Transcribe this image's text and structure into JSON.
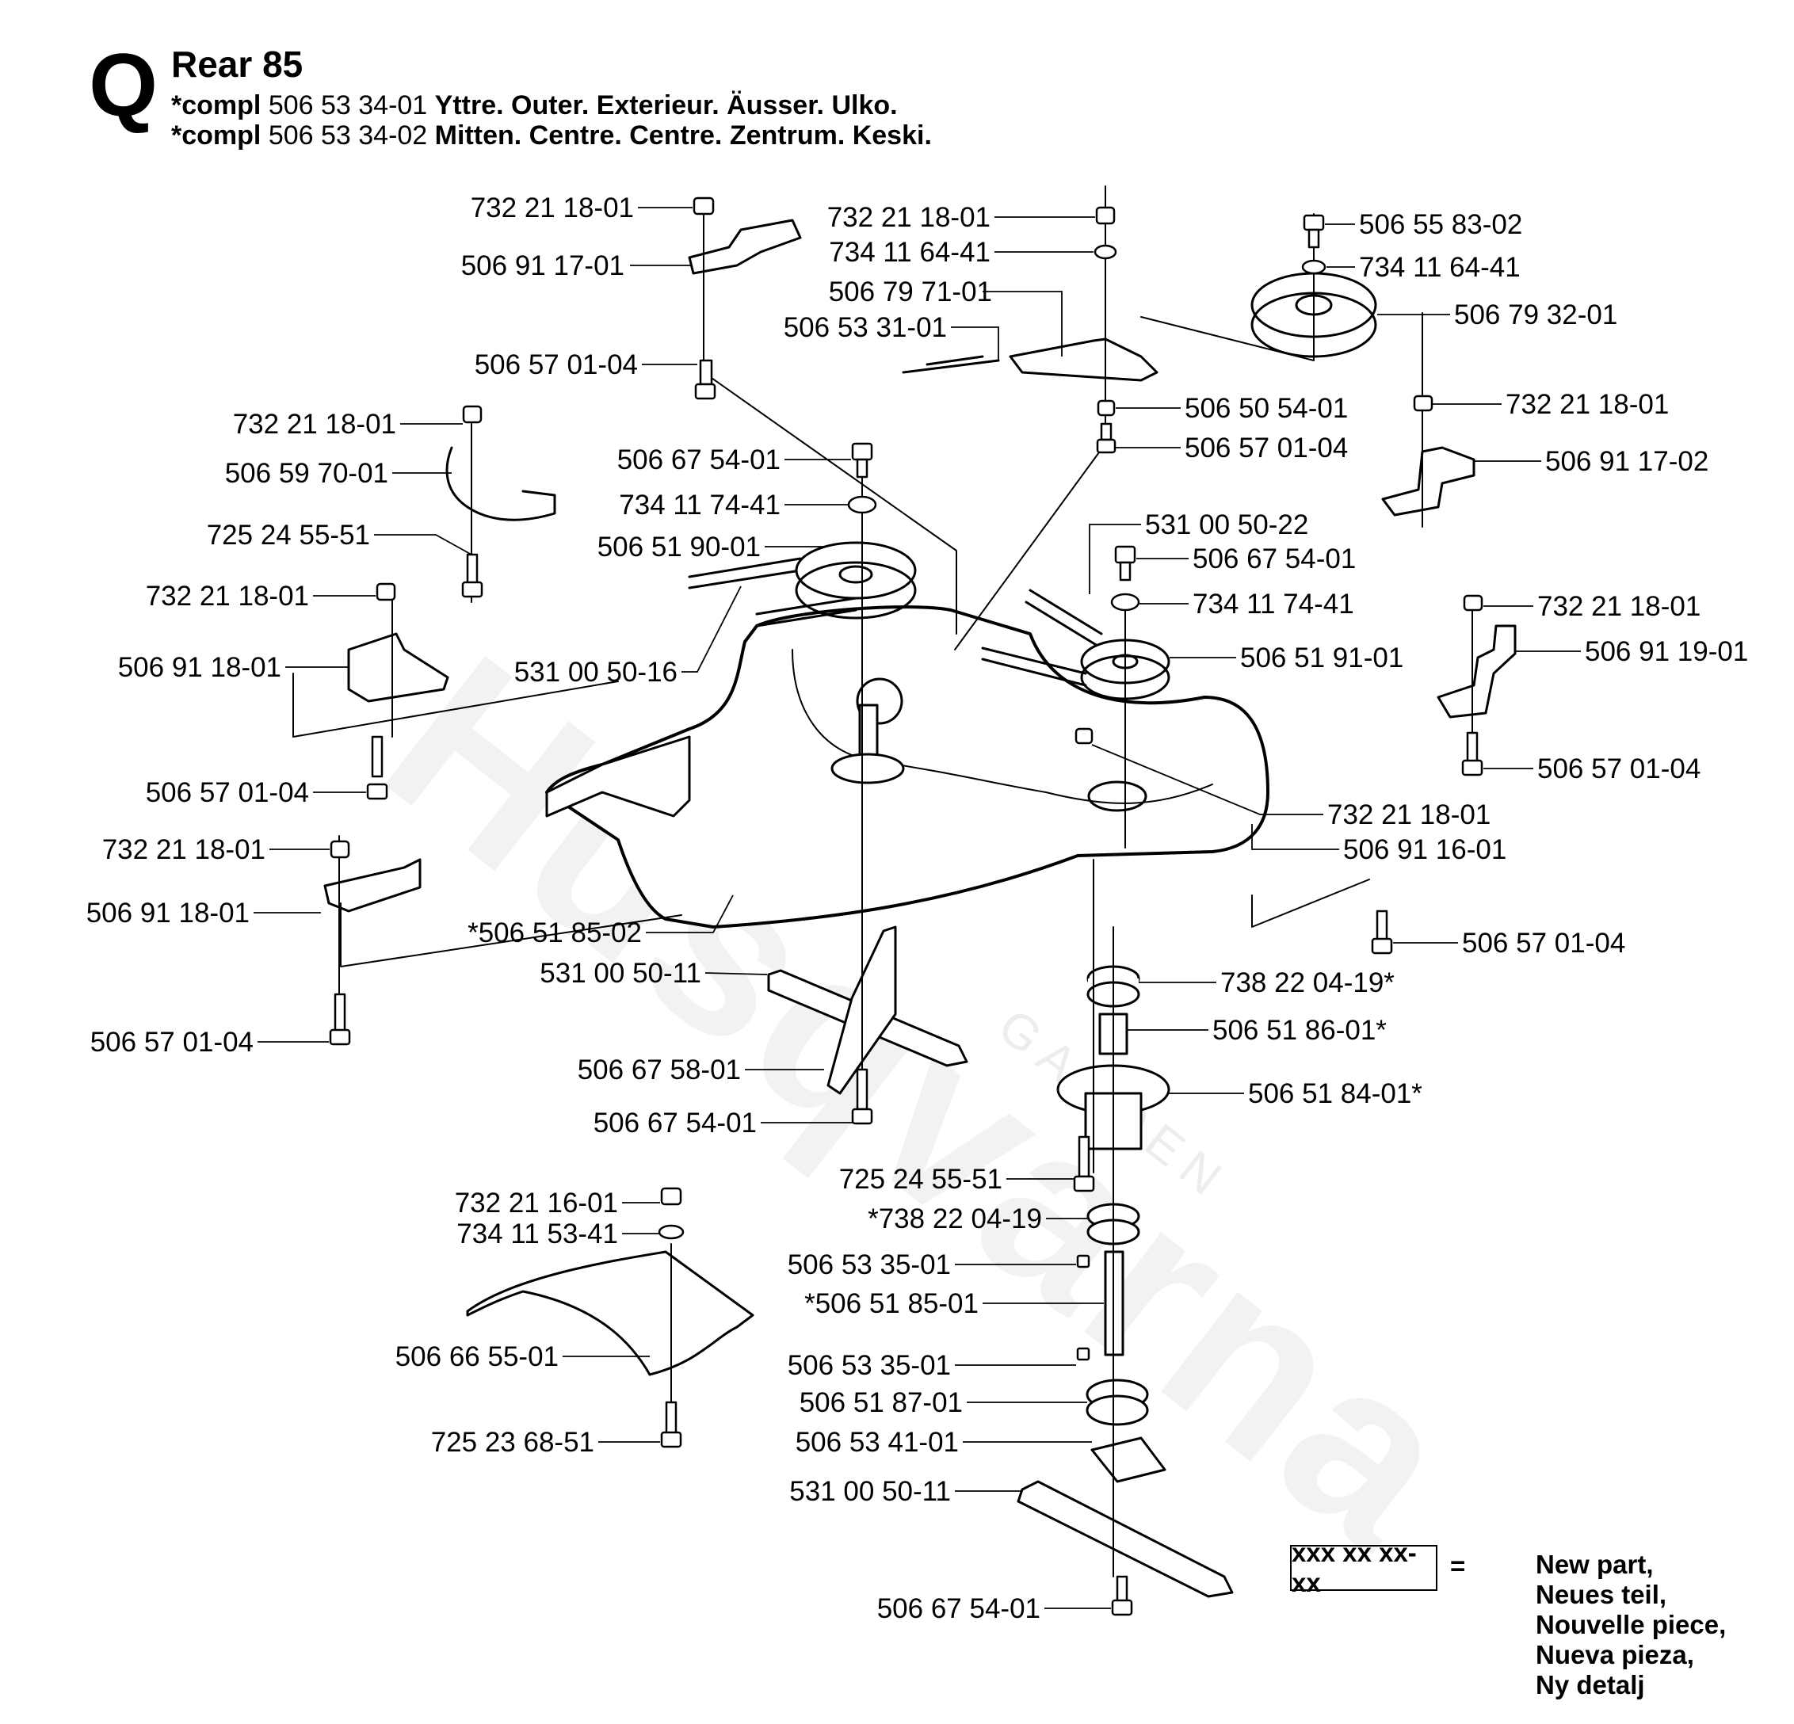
{
  "header": {
    "section_letter": "Q",
    "title": "Rear 85",
    "compl_lines": [
      {
        "prefix": "*compl",
        "part_no": "506 53 34-01",
        "desc": "Yttre. Outer. Exterieur. Äusser. Ulko."
      },
      {
        "prefix": "*compl",
        "part_no": "506 53 34-02",
        "desc": "Mitten. Centre. Centre. Zentrum. Keski."
      }
    ]
  },
  "watermark": {
    "text": "Husqvarna",
    "sub": "GARDEN"
  },
  "parts": [
    {
      "id": "p01",
      "label": "732 21 18-01"
    },
    {
      "id": "p02",
      "label": "506 91 17-01"
    },
    {
      "id": "p03",
      "label": "506 57 01-04"
    },
    {
      "id": "p04",
      "label": "732 21 18-01"
    },
    {
      "id": "p05",
      "label": "734 11 64-41"
    },
    {
      "id": "p06",
      "label": "506 79 71-01"
    },
    {
      "id": "p07",
      "label": "506 53 31-01"
    },
    {
      "id": "p08",
      "label": "506 55 83-02"
    },
    {
      "id": "p09",
      "label": "734 11 64-41"
    },
    {
      "id": "p10",
      "label": "506 79 32-01"
    },
    {
      "id": "p11",
      "label": "506 50 54-01"
    },
    {
      "id": "p12",
      "label": "506 57 01-04"
    },
    {
      "id": "p13",
      "label": "732 21 18-01"
    },
    {
      "id": "p14",
      "label": "506 91 17-02"
    },
    {
      "id": "p15",
      "label": "732 21 18-01"
    },
    {
      "id": "p16",
      "label": "506 59 70-01"
    },
    {
      "id": "p17",
      "label": "506 67 54-01"
    },
    {
      "id": "p18",
      "label": "734 11 74-41"
    },
    {
      "id": "p19",
      "label": "506 51 90-01"
    },
    {
      "id": "p20",
      "label": "725 24 55-51"
    },
    {
      "id": "p21",
      "label": "531 00 50-22"
    },
    {
      "id": "p22",
      "label": "506 67 54-01"
    },
    {
      "id": "p23",
      "label": "734 11 74-41"
    },
    {
      "id": "p24",
      "label": "732 21 18-01"
    },
    {
      "id": "p25",
      "label": "506 91 18-01"
    },
    {
      "id": "p26",
      "label": "531 00 50-16"
    },
    {
      "id": "p27",
      "label": "506 51 91-01"
    },
    {
      "id": "p28",
      "label": "732 21 18-01"
    },
    {
      "id": "p29",
      "label": "506 91 19-01"
    },
    {
      "id": "p30",
      "label": "506 57 01-04"
    },
    {
      "id": "p31",
      "label": "506 57 01-04"
    },
    {
      "id": "p32",
      "label": "732 21 18-01"
    },
    {
      "id": "p33",
      "label": "732 21 18-01"
    },
    {
      "id": "p34",
      "label": "506 91 16-01"
    },
    {
      "id": "p35",
      "label": "506 91 18-01"
    },
    {
      "id": "p36",
      "label": "*506 51 85-02"
    },
    {
      "id": "p37",
      "label": "506 57 01-04"
    },
    {
      "id": "p38",
      "label": "531 00 50-11"
    },
    {
      "id": "p39",
      "label": "738 22 04-19*"
    },
    {
      "id": "p40",
      "label": "506 57 01-04"
    },
    {
      "id": "p41",
      "label": "506 51 86-01*"
    },
    {
      "id": "p42",
      "label": "506 67 58-01"
    },
    {
      "id": "p43",
      "label": "506 51 84-01*"
    },
    {
      "id": "p44",
      "label": "506 67 54-01"
    },
    {
      "id": "p45",
      "label": "725 24 55-51"
    },
    {
      "id": "p46",
      "label": "732 21 16-01"
    },
    {
      "id": "p47",
      "label": "*738 22 04-19"
    },
    {
      "id": "p48",
      "label": "734 11 53-41"
    },
    {
      "id": "p49",
      "label": "506 53 35-01"
    },
    {
      "id": "p50",
      "label": "*506 51 85-01"
    },
    {
      "id": "p51",
      "label": "506 66 55-01"
    },
    {
      "id": "p52",
      "label": "506 53 35-01"
    },
    {
      "id": "p53",
      "label": "506 51 87-01"
    },
    {
      "id": "p54",
      "label": "725 23 68-51"
    },
    {
      "id": "p55",
      "label": "506 53 41-01"
    },
    {
      "id": "p56",
      "label": "531 00 50-11"
    },
    {
      "id": "p57",
      "label": "506 67 54-01"
    }
  ],
  "legend": {
    "sample": "xxx xx xx-xx",
    "equals": "=",
    "meanings": [
      "New part,",
      "Neues teil,",
      "Nouvelle piece,",
      "Nueva pieza,",
      "Ny detalj"
    ]
  }
}
